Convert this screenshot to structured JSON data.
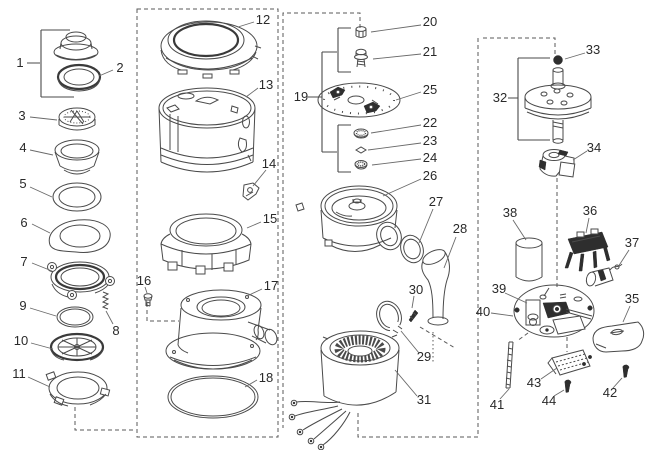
{
  "callouts": [
    "1",
    "2",
    "3",
    "4",
    "5",
    "6",
    "7",
    "8",
    "9",
    "10",
    "11",
    "12",
    "13",
    "14",
    "15",
    "16",
    "17",
    "18",
    "19",
    "20",
    "21",
    "22",
    "23",
    "24",
    "25",
    "26",
    "27",
    "28",
    "29",
    "30",
    "31",
    "32",
    "33",
    "34",
    "35",
    "36",
    "37",
    "38",
    "39",
    "40",
    "41",
    "42",
    "43",
    "44"
  ],
  "colors": {
    "background": "#ffffff",
    "line_art": "#4a4a4a",
    "label_text": "#2a2a2a",
    "dashed_group_box": "#5a5a5a"
  }
}
